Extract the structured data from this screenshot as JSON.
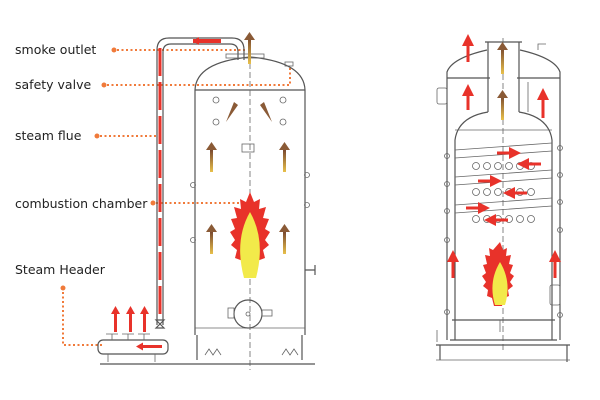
{
  "labels": {
    "smoke_outlet": "smoke outlet",
    "safety_valve": "safety valve",
    "steam_flue": "steam flue",
    "combustion_chamber": "combustion chamber",
    "steam_header": "Steam Header"
  },
  "colors": {
    "leader": "#f07a3a",
    "flow_arrow": "#e8322a",
    "hot_gas_arrow": "#8a5a36",
    "flame_outer": "#e8322a",
    "flame_inner": "#f2ea4a"
  }
}
